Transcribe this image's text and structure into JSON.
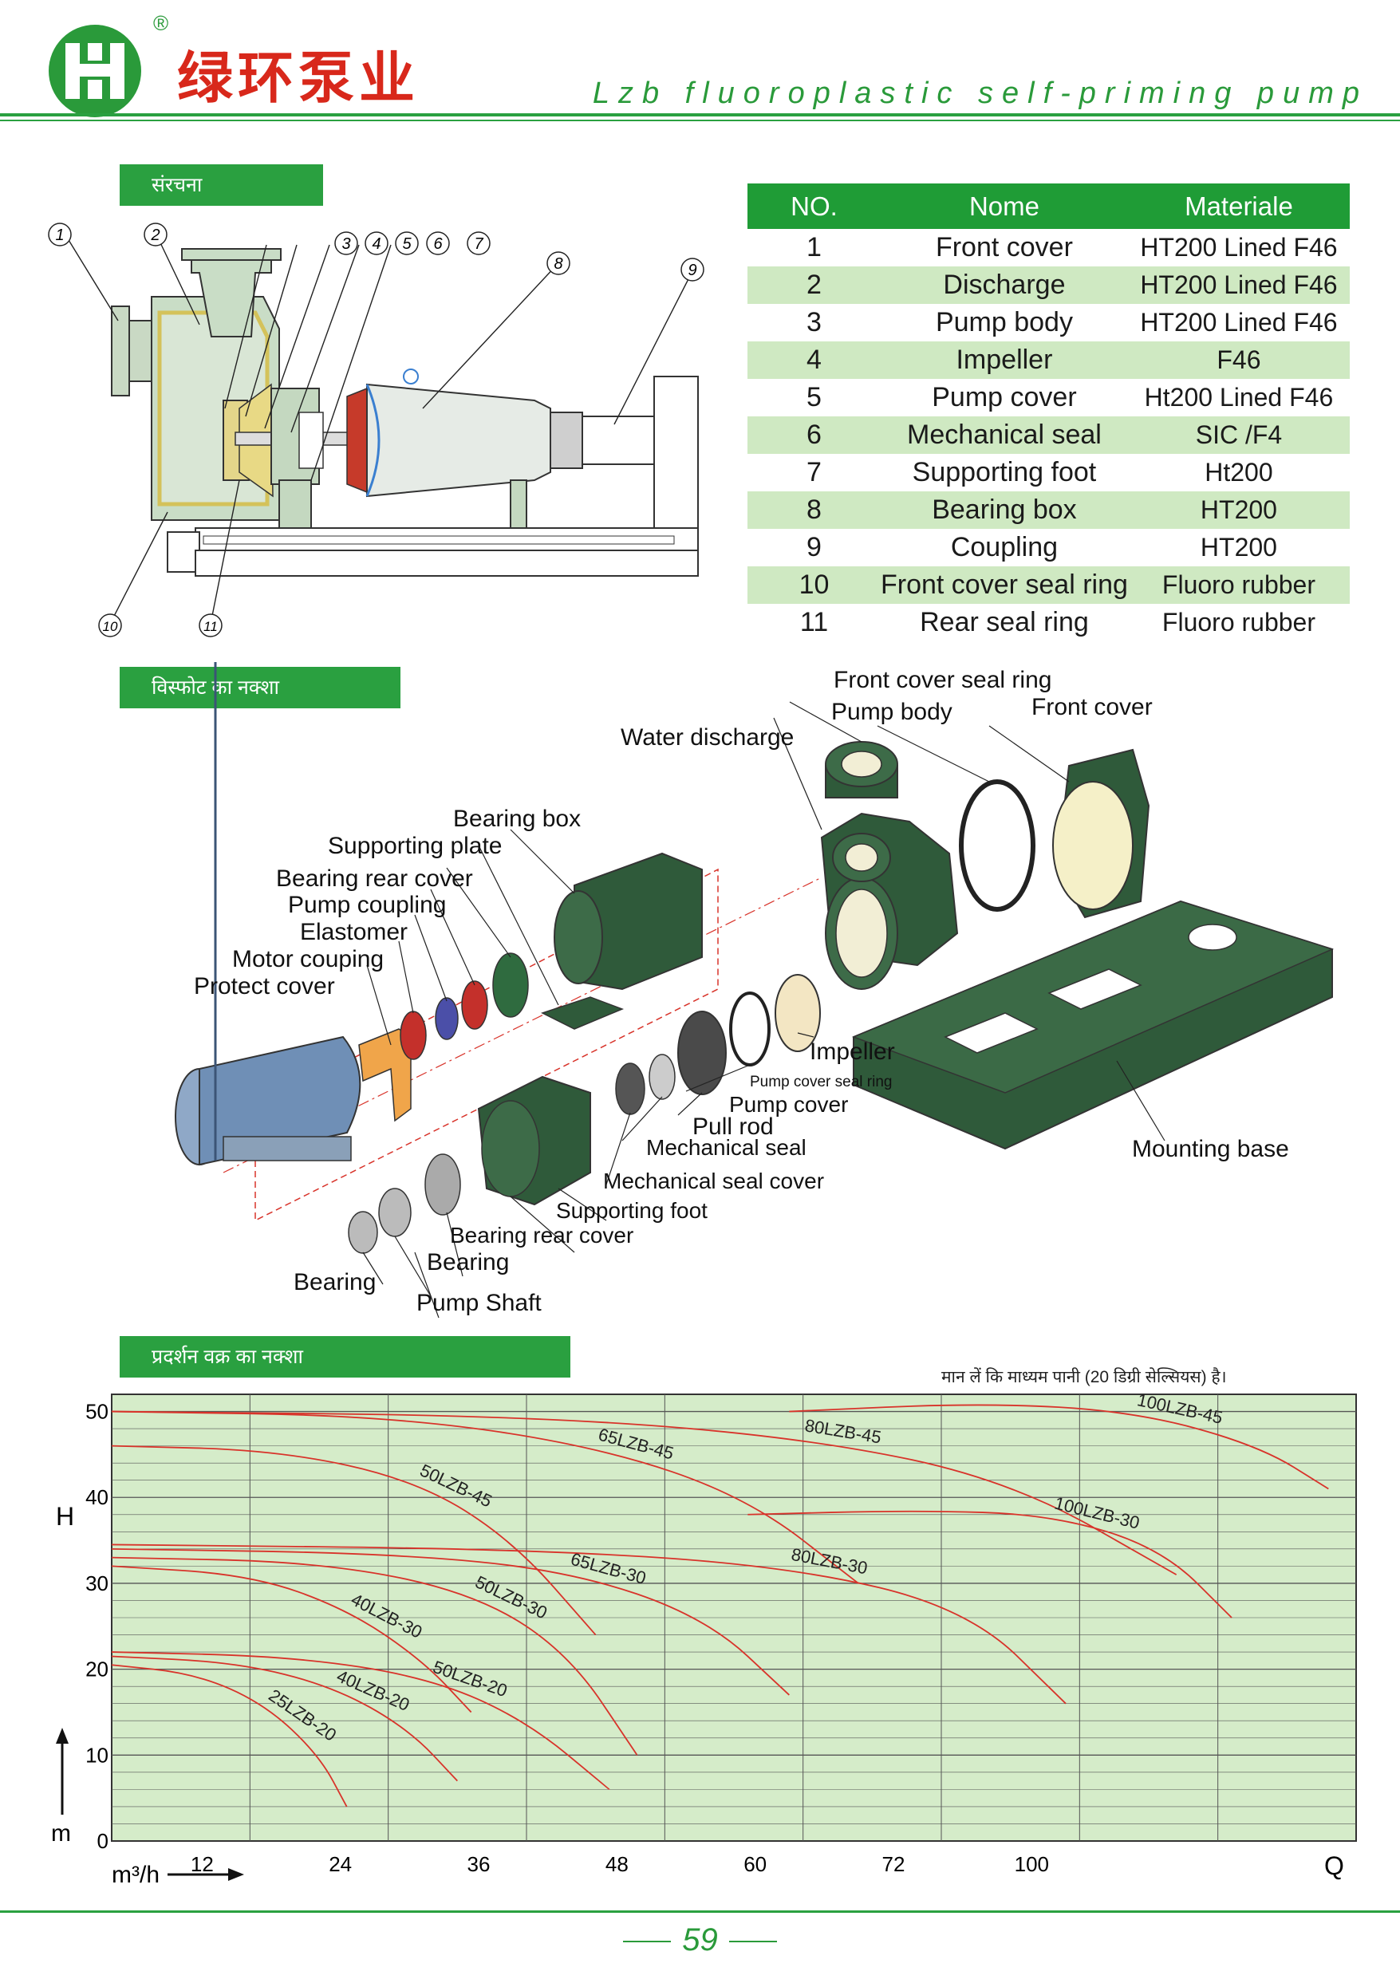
{
  "header": {
    "brand_cn": "绿环泵业",
    "registered": "®",
    "product_title": "Lzb fluoroplastic self-priming pump"
  },
  "sections": {
    "structure_tab": "संरचना",
    "exploded_tab": "विस्फोट का नक्शा",
    "curve_tab": "प्रदर्शन वक्र का नक्शा"
  },
  "parts_table": {
    "headers": [
      "NO.",
      "Nome",
      "Materiale"
    ],
    "rows": [
      [
        "1",
        "Front cover",
        "HT200 Lined F46"
      ],
      [
        "2",
        "Discharge",
        "HT200 Lined F46"
      ],
      [
        "3",
        "Pump body",
        "HT200 Lined F46"
      ],
      [
        "4",
        "Impeller",
        "F46"
      ],
      [
        "5",
        "Pump cover",
        "Ht200 Lined F46"
      ],
      [
        "6",
        "Mechanical seal",
        "SIC /F4"
      ],
      [
        "7",
        "Supporting foot",
        "Ht200"
      ],
      [
        "8",
        "Bearing box",
        "HT200"
      ],
      [
        "9",
        "Coupling",
        "HT200"
      ],
      [
        "10",
        "Front cover seal ring",
        "Fluoro rubber"
      ],
      [
        "11",
        "Rear seal ring",
        "Fluoro rubber"
      ]
    ]
  },
  "structure_callouts": [
    "1",
    "2",
    "3",
    "4",
    "5",
    "6",
    "7",
    "8",
    "9",
    "10",
    "11"
  ],
  "exploded_labels": [
    "Front cover seal ring",
    "Pump body",
    "Front cover",
    "Water discharge",
    "Bearing box",
    "Supporting plate",
    "Bearing rear cover",
    "Pump coupling",
    "Elastomer",
    "Motor couping",
    "Protect cover",
    "Impeller",
    "Pump cover seal ring",
    "Pump cover",
    "Pull rod",
    "Mechanical seal",
    "Mechanical seal cover",
    "Supporting foot",
    "Bearing rear cover",
    "Bearing",
    "Bearing",
    "Pump Shaft",
    "Mounting base"
  ],
  "chart_note": "मान लें कि माध्यम पानी (20 डिग्री सेल्सियस) है।",
  "chart_data": {
    "type": "line",
    "xlabel": "m³/h",
    "x_end_label": "Q",
    "ylabel": "H",
    "y_unit": "m",
    "x_tick_labels": [
      "12",
      "24",
      "36",
      "48",
      "60",
      "72",
      "100"
    ],
    "y_tick_labels": [
      "0",
      "10",
      "20",
      "30",
      "40",
      "50"
    ],
    "x_tick_index": [
      1,
      2,
      3,
      4,
      5,
      6,
      7
    ],
    "ylim": [
      0,
      52
    ],
    "grid": true,
    "colors": {
      "curve": "#d8332a",
      "grid": "#555555",
      "background": "#d5ecc9"
    },
    "curves": [
      {
        "label": "25LZB-20",
        "points": [
          [
            0,
            20.5
          ],
          [
            0.6,
            19.5
          ],
          [
            1.1,
            16
          ],
          [
            1.5,
            10
          ],
          [
            1.7,
            4
          ]
        ]
      },
      {
        "label": "40LZB-20",
        "points": [
          [
            0,
            21.5
          ],
          [
            0.9,
            20.8
          ],
          [
            1.6,
            18
          ],
          [
            2.15,
            13
          ],
          [
            2.5,
            7
          ]
        ]
      },
      {
        "label": "40LZB-30",
        "points": [
          [
            0,
            32
          ],
          [
            1,
            31
          ],
          [
            1.7,
            27
          ],
          [
            2.25,
            21
          ],
          [
            2.6,
            15
          ]
        ]
      },
      {
        "label": "50LZB-20",
        "points": [
          [
            0,
            22
          ],
          [
            1.3,
            21.5
          ],
          [
            2.3,
            19
          ],
          [
            3.0,
            14
          ],
          [
            3.6,
            6
          ]
        ]
      },
      {
        "label": "50LZB-30",
        "points": [
          [
            0,
            33
          ],
          [
            1.5,
            32.5
          ],
          [
            2.6,
            29
          ],
          [
            3.3,
            22
          ],
          [
            3.8,
            10
          ]
        ]
      },
      {
        "label": "50LZB-45",
        "points": [
          [
            0,
            46
          ],
          [
            1.2,
            45.5
          ],
          [
            2.2,
            42
          ],
          [
            2.9,
            35
          ],
          [
            3.5,
            24
          ]
        ]
      },
      {
        "label": "65LZB-30",
        "points": [
          [
            0,
            34
          ],
          [
            2,
            33.5
          ],
          [
            3.3,
            31.5
          ],
          [
            4.3,
            26
          ],
          [
            4.9,
            17
          ]
        ]
      },
      {
        "label": "65LZB-45",
        "points": [
          [
            0,
            50
          ],
          [
            2,
            49.5
          ],
          [
            3.5,
            46
          ],
          [
            4.6,
            40
          ],
          [
            5.4,
            30
          ]
        ]
      },
      {
        "label": "80LZB-30",
        "points": [
          [
            0,
            34.5
          ],
          [
            3,
            34
          ],
          [
            4.9,
            32
          ],
          [
            6.2,
            27
          ],
          [
            6.9,
            16
          ]
        ]
      },
      {
        "label": "80LZB-45",
        "points": [
          [
            0,
            50
          ],
          [
            3,
            49.5
          ],
          [
            5,
            47
          ],
          [
            6.5,
            42
          ],
          [
            7.7,
            31
          ]
        ]
      },
      {
        "label": "100LZB-30",
        "points": [
          [
            4.6,
            38
          ],
          [
            5.8,
            38.5
          ],
          [
            6.8,
            38
          ],
          [
            7.6,
            34
          ],
          [
            8.1,
            26
          ]
        ]
      },
      {
        "label": "100LZB-45",
        "points": [
          [
            4.9,
            50
          ],
          [
            6.3,
            51
          ],
          [
            7.4,
            50
          ],
          [
            8.3,
            46
          ],
          [
            8.8,
            41
          ]
        ]
      }
    ]
  },
  "footer": {
    "page_number": "59"
  }
}
